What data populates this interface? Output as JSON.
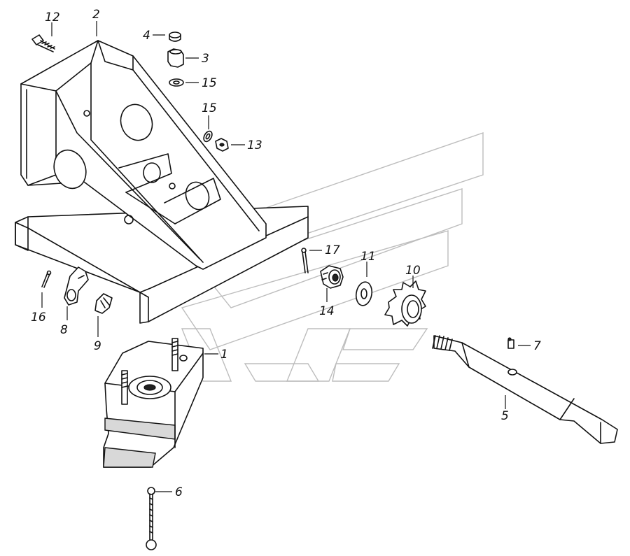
{
  "diagram": {
    "callouts": [
      {
        "id": "1",
        "text": "1"
      },
      {
        "id": "2",
        "text": "2"
      },
      {
        "id": "3",
        "text": "3"
      },
      {
        "id": "4",
        "text": "4"
      },
      {
        "id": "5",
        "text": "5"
      },
      {
        "id": "6",
        "text": "6"
      },
      {
        "id": "7",
        "text": "7"
      },
      {
        "id": "8",
        "text": "8"
      },
      {
        "id": "9",
        "text": "9"
      },
      {
        "id": "10",
        "text": "10"
      },
      {
        "id": "11",
        "text": "11"
      },
      {
        "id": "12",
        "text": "12"
      },
      {
        "id": "13",
        "text": "13"
      },
      {
        "id": "14",
        "text": "14"
      },
      {
        "id": "15a",
        "text": "15"
      },
      {
        "id": "15b",
        "text": "15"
      },
      {
        "id": "16",
        "text": "16"
      },
      {
        "id": "17",
        "text": "17"
      }
    ]
  }
}
